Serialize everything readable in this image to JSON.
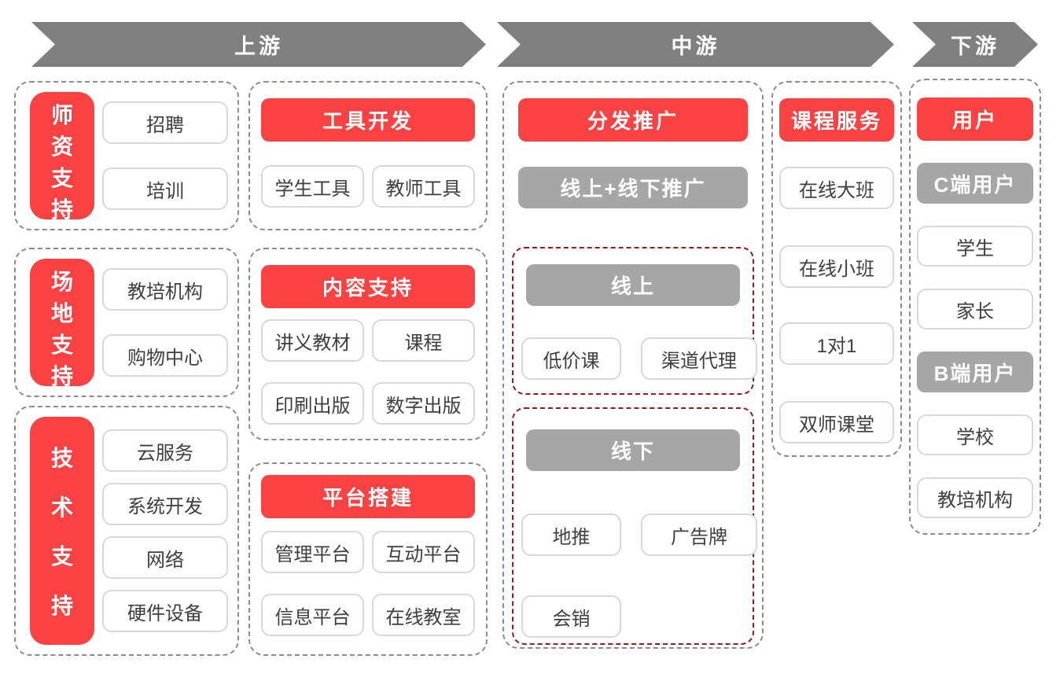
{
  "colors": {
    "accent_red": "#FA4242",
    "banner_gray": "#808080",
    "pill_gray": "#A6A6A6",
    "group_dash": "#8C8C8C",
    "subgroup_dash": "#9E1A1A",
    "box_border": "#D9D9D9",
    "box_text": "#3F3F3F"
  },
  "banners": {
    "upstream": "上游",
    "midstream": "中游",
    "downstream": "下游"
  },
  "upstream": {
    "teacher_support": {
      "title": "师资支持",
      "items": [
        "招聘",
        "培训"
      ]
    },
    "venue_support": {
      "title": "场地支持",
      "items": [
        "教培机构",
        "购物中心"
      ]
    },
    "tech_support": {
      "title": "技术支持",
      "items": [
        "云服务",
        "系统开发",
        "网络",
        "硬件设备"
      ]
    },
    "tool_dev": {
      "title": "工具开发",
      "items": [
        "学生工具",
        "教师工具"
      ]
    },
    "content_support": {
      "title": "内容支持",
      "items": [
        "讲义教材",
        "课程",
        "印刷出版",
        "数字出版"
      ]
    },
    "platform_build": {
      "title": "平台搭建",
      "items": [
        "管理平台",
        "互动平台",
        "信息平台",
        "在线教室"
      ]
    }
  },
  "midstream": {
    "distribution": {
      "title": "分发推广",
      "subtitle": "线上+线下推广",
      "online": {
        "title": "线上",
        "items": [
          "低价课",
          "渠道代理"
        ]
      },
      "offline": {
        "title": "线下",
        "items": [
          "地推",
          "广告牌",
          "会销"
        ]
      }
    },
    "course_service": {
      "title": "课程服务",
      "items": [
        "在线大班",
        "在线小班",
        "1对1",
        "双师课堂"
      ]
    }
  },
  "downstream": {
    "users": {
      "title": "用户",
      "c_side": {
        "label": "C端用户",
        "items": [
          "学生",
          "家长"
        ]
      },
      "b_side": {
        "label": "B端用户",
        "items": [
          "学校",
          "教培机构"
        ]
      }
    }
  }
}
